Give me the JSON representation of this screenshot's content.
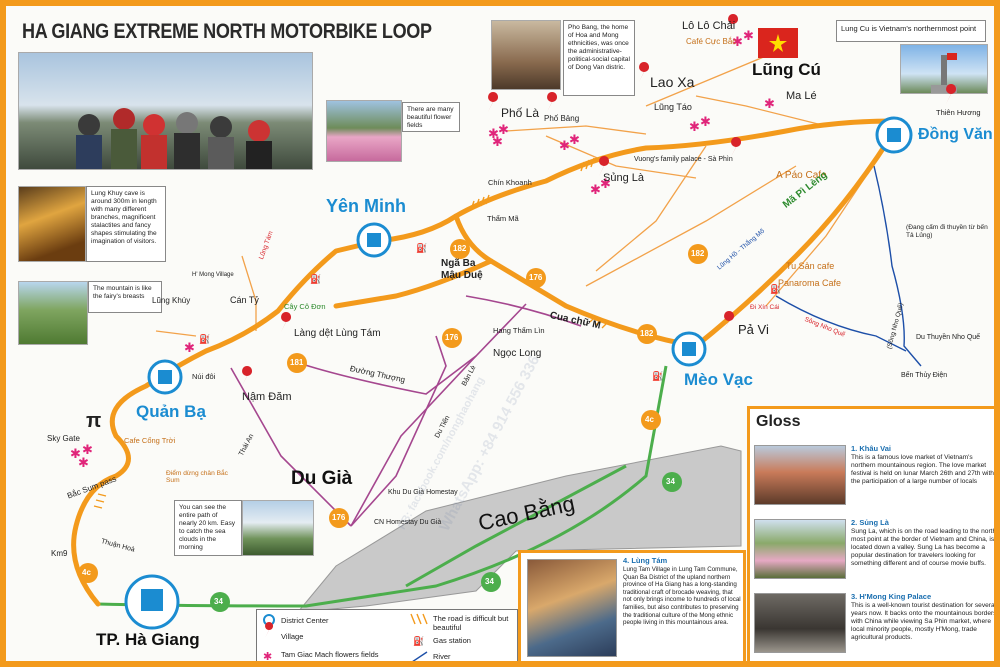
{
  "title": "HA GIANG EXTREME NORTH MOTORBIKE LOOP",
  "colors": {
    "route": "#f39a1c",
    "road_secondary": "#a5478f",
    "road_green": "#4cae4c",
    "river": "#1d4fa8",
    "city": "#1b8cd1",
    "village_pin": "#d8232a",
    "flower": "#e0257a",
    "cao_bang_area": "#c9c9c9"
  },
  "cities": {
    "yen_minh": "Yên Minh",
    "quan_ba": "Quản Bạ",
    "meo_vac": "Mèo Vạc",
    "dong_van": "Đồng Văn",
    "lung_cu": "Lũng Cú",
    "ha_giang": "TP. Hà Giang"
  },
  "districts": {
    "du_gia": "Du Già",
    "cao_bang": "Cao Bằng"
  },
  "road_numbers": {
    "r182a": "182",
    "r182b": "182",
    "r182c": "182",
    "r176a": "176",
    "r176b": "176",
    "r176c": "176",
    "r181": "181",
    "r4c_a": "4c",
    "r4c_b": "4c",
    "r34_a": "34",
    "r34_b": "34",
    "r34_c": "34"
  },
  "places": {
    "lo_lo_chai": "Lô Lô Chải",
    "cafe_cuc_bac": "Café Cực Bắc",
    "lao_xa": "Lao Xa",
    "lung_tao": "Lũng Táo",
    "ma_le": "Ma Lé",
    "thien_huong": "Thiên Hương",
    "pho_la": "Phố Là",
    "pho_bang": "Phố Bảng",
    "chin_khoanh": "Chín Khoanh",
    "sung_la": "Sủng Là",
    "vuong_palace": "Vuong's family palace - Sà Phìn",
    "tham_ma": "Thẩm Mã",
    "a_pao_cafe": "A Páo Cafe",
    "ma_pi_leng": "Mã Pì Lèng",
    "tu_san_cafe": "Tu Sản cafe",
    "panaroma_cafe": "Panaroma Cafe",
    "pa_vi": "Pả Vi",
    "nga_ba": "Ngã Ba\nMậu Duệ",
    "cua_chu_m": "Cua chữ M",
    "hang_tham_lin": "Hang Thẩm Lìn",
    "ngoc_long": "Ngọc Long",
    "lung_khuy": "Lũng Khúy",
    "can_ty": "Cán Tỷ",
    "cay_co_don": "Cây Cô Đơn",
    "lang_det": "Làng dệt Lùng Tám",
    "duong_thuong": "Đường Thượng",
    "nui_doi": "Núi đôi",
    "nam_dam": "Nậm Đăm",
    "sky_gate": "Sky Gate",
    "cafe_cong_troi": "Cafe Cổng Trời",
    "diem_dung_chan": "Điểm dừng chân Bắc Sum",
    "bac_sum_pass": "Bắc Sum pass",
    "km9": "Km9",
    "thuan_hoa": "Thuận Hoà",
    "thai_an": "Thái An",
    "ban_le": "Bản Lè",
    "du_tien": "Du Tiến",
    "khu_du_gia": "Khu Du Già Homestay",
    "cn_homestay": "CN Homestay Du Già",
    "fi_wang_village": "H' Mong Village",
    "lung_ho_road": "Lũng Hồ - Thắng Mố",
    "song_nho_que_road": "Sông Nho Quế",
    "du_thuyen_nho_que": "Du Thuyền Nho Quế",
    "ben_thuy_dien": "Bến Thủy Điện",
    "dang_cam": "(Đang cấm đi thuyền từ bến Tả Lủng)",
    "xin_cai": "Đi Xín Cái",
    "song_nho_que_v": "(Sông Nho Quế)",
    "lung_tam_road": "Lũng Tám"
  },
  "notes": {
    "lung_cu": "Lung Cu is Vietnam's northernmost point",
    "pho_bang": "Pho Bang, the home of Hoa and Mong ethnicities, was once the administrative-political-social capital of Dong Van distric.",
    "flowers": "There are many beautiful flower fields",
    "lung_khuy": "Lung Khuy cave is around 300m in length with many different branches, magnificent stalactites and fancy shapes stimulating the imagination of visitors.",
    "fairy": "The mountain is like the fairy's breasts",
    "bac_sum": "You can see the entire path of nearly 20 km. Easy to catch the sea clouds in the morning"
  },
  "gloss": {
    "heading": "Gloss",
    "items": [
      {
        "title": "1. Khâu Vai",
        "text": "This is a famous love market of Vietnam's northern mountainous region. The love market festival is held on lunar March 26th and 27th with the participation of a large number of locals"
      },
      {
        "title": "2. Sủng Là",
        "text": "Sung La, which is on the road leading to the north most point at the border of Vietnam and China, is located down a valley. Sung La has become a popular destination for travelers looking for something different and of course movie buffs."
      },
      {
        "title": "3. H'Mong King Palace",
        "text": "This is a well-known tourist destination for several years now. It backs onto the mountainous borders with China while viewing Sa Phin market, where local minority people, mostly H'Mong, trade agricultural products."
      }
    ]
  },
  "lung_tam": {
    "title": "4. Lùng Tám",
    "text": "Lung Tam Village in Lung Tam Commune, Quan Ba District of the upland northern province of Ha Giang has a long-standing traditional craft of brocade weaving, that not only brings income to hundreds of local families, but also contributes to preserving the traditional culture of the Mong ethnic people living in this mountainous area."
  },
  "legend": {
    "district_center": "District Center",
    "village": "Village",
    "flowers": "Tam Giac Mach flowers fields",
    "difficult_road": "The road is difficult but beautiful",
    "gas_station": "Gas station",
    "river": "River"
  },
  "watermarks": {
    "whatsapp": "WhatsApp: +84 914 556 336",
    "fb": "FB: facebook.com/nonghaohang"
  }
}
